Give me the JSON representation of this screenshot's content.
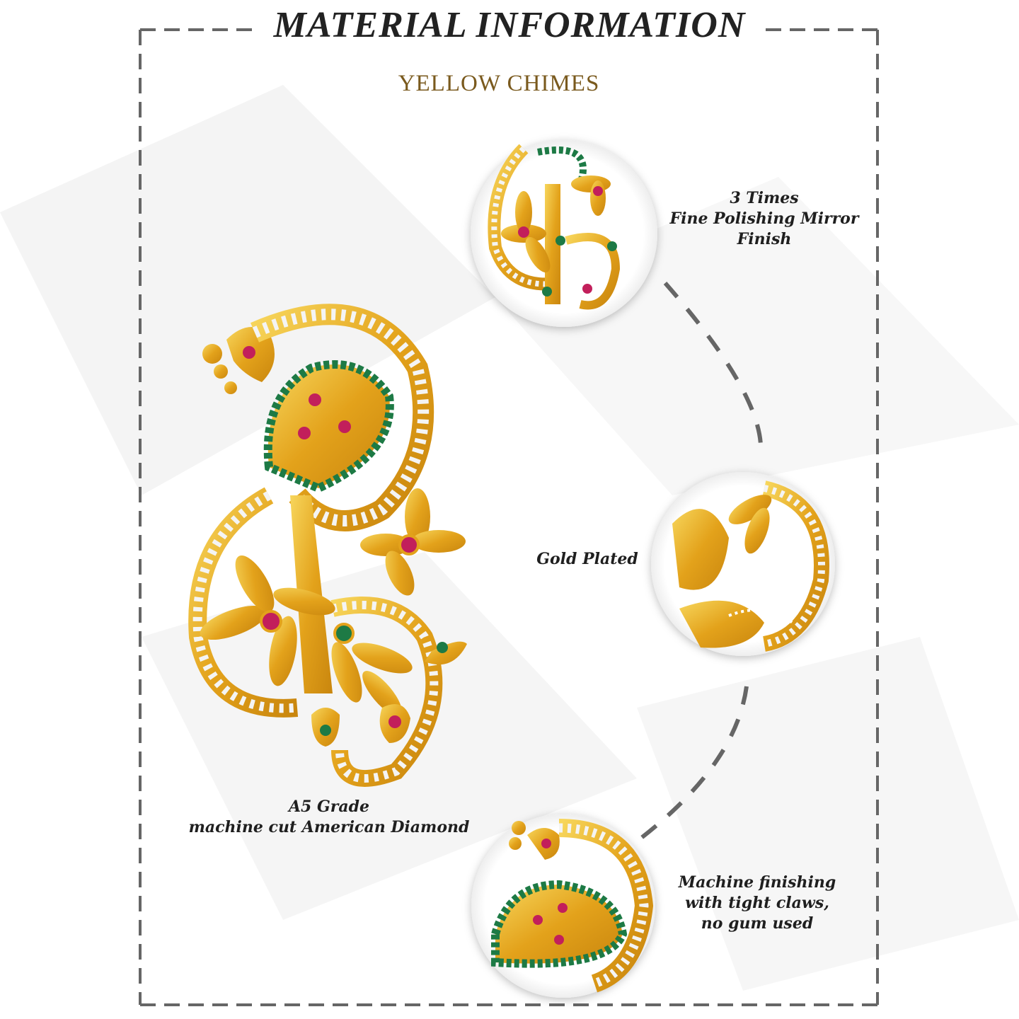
{
  "header": {
    "title": "MATERIAL INFORMATION",
    "brand": "YELLOW CHIMES"
  },
  "features": {
    "polish": [
      "3 Times",
      "Fine Polishing Mirror",
      "Finish"
    ],
    "gold": [
      "Gold Plated"
    ],
    "diamond": [
      "A5 Grade",
      "machine cut American Diamond"
    ],
    "machine": [
      "Machine finishing",
      "with tight claws,",
      "no gum used"
    ]
  },
  "colors": {
    "gold": "#e2a21a",
    "gold_light": "#f6d35a",
    "emerald": "#1d7a45",
    "ruby": "#c21f5b",
    "dash": "#666666"
  }
}
